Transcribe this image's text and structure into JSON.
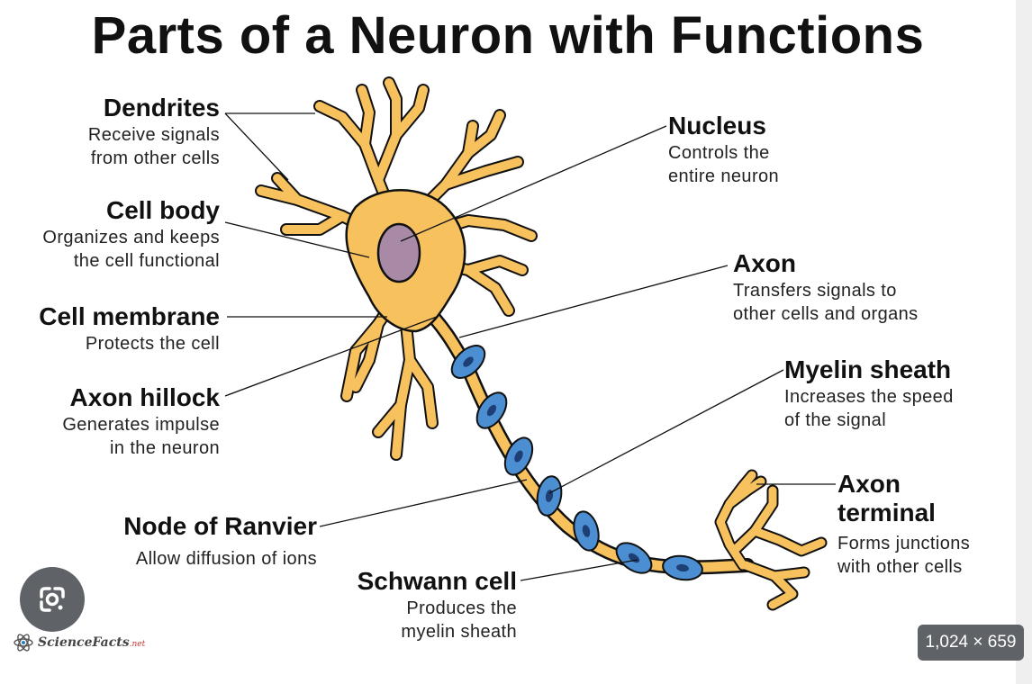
{
  "title": "Parts of a Neuron with Functions",
  "labels": {
    "dendrites": {
      "heading": "Dendrites",
      "desc": [
        "Receive signals",
        "from other cells"
      ]
    },
    "cell_body": {
      "heading": "Cell body",
      "desc": [
        "Organizes and keeps",
        "the cell functional"
      ]
    },
    "cell_membrane": {
      "heading": "Cell membrane",
      "desc": [
        "Protects the cell"
      ]
    },
    "axon_hillock": {
      "heading": "Axon hillock",
      "desc": [
        "Generates impulse",
        "in the neuron"
      ]
    },
    "node_of_ranvier": {
      "heading": "Node of Ranvier",
      "desc": [
        "Allow diffusion of ions"
      ]
    },
    "schwann_cell": {
      "heading": "Schwann cell",
      "desc": [
        "Produces the",
        "myelin sheath"
      ]
    },
    "nucleus": {
      "heading": "Nucleus",
      "desc": [
        "Controls the",
        "entire neuron"
      ]
    },
    "axon": {
      "heading": "Axon",
      "desc": [
        "Transfers signals to",
        "other cells and organs"
      ]
    },
    "myelin_sheath": {
      "heading": "Myelin sheath",
      "desc": [
        "Increases the speed",
        "of the signal"
      ]
    },
    "axon_terminal": {
      "heading": [
        "Axon",
        "terminal"
      ],
      "desc": [
        "Forms junctions",
        "with other cells"
      ]
    }
  },
  "watermark": {
    "brand": "ScienceFacts",
    "suffix": ".net"
  },
  "image_dimensions": "1,024 × 659",
  "colors": {
    "neuron_fill": "#f7c25e",
    "neuron_stroke": "#111111",
    "nucleus_fill": "#a88aa6",
    "myelin_fill": "#4b8fd2",
    "myelin_core": "#1e3f75",
    "leader_line": "#111111"
  },
  "icons": {
    "lens": "google-lens-icon",
    "logo": "atom-logo-icon"
  }
}
